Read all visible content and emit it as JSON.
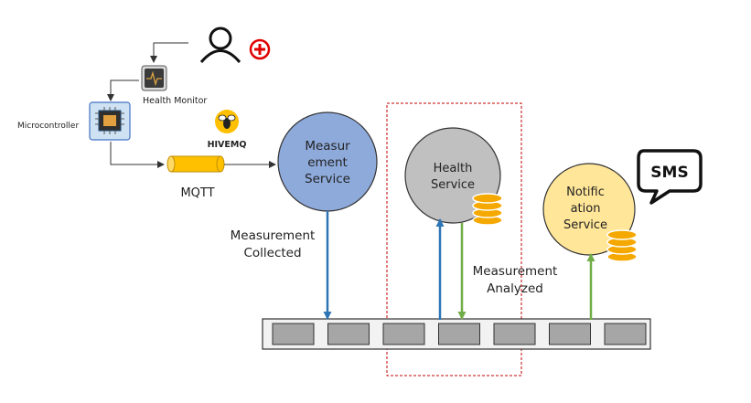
{
  "labels": {
    "health_monitor": "Health Monitor",
    "microcontroller": "Microcontroller",
    "hivemq": "HIVEMQ",
    "mqtt": "MQTT",
    "measurement_collected": [
      "Measurement",
      "Collected"
    ],
    "measurement_analyzed": [
      "Measurement",
      "Analyzed"
    ],
    "sms": "SMS"
  },
  "services": {
    "measurement": {
      "lines": [
        "Measur",
        "ement",
        "Service"
      ],
      "color": "#8eaadb"
    },
    "health": {
      "lines": [
        "Health",
        "Service"
      ],
      "color": "#c0c0c0"
    },
    "notification": {
      "lines": [
        "Notific",
        "ation",
        "Service"
      ],
      "color": "#ffe699"
    }
  },
  "colors": {
    "blue_arrow": "#2e75b6",
    "green_arrow": "#70ad47",
    "red_dash": "#c00000",
    "plus_red": "#e00000",
    "db_gold": "#f5a800",
    "pipe_gold": "#ffc000"
  },
  "queue": {
    "slot_count": 7
  },
  "icons": [
    "user-icon",
    "add-icon",
    "health-monitor-icon",
    "microcontroller-chip-icon",
    "hivemq-bee-icon",
    "database-icon",
    "sms-speech-bubble-icon"
  ]
}
